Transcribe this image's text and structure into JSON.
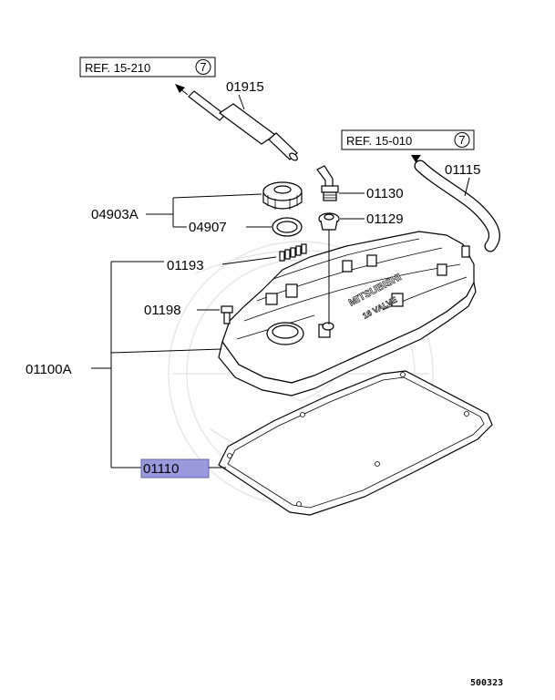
{
  "refs": {
    "ref1": {
      "text": "REF. 15-210",
      "circle": "7"
    },
    "ref2": {
      "text": "REF. 15-010",
      "circle": "7"
    }
  },
  "parts": {
    "p01915": "01915",
    "p01115": "01115",
    "p01130": "01130",
    "p01129": "01129",
    "p04903A": "04903A",
    "p04907": "04907",
    "p01193": "01193",
    "p01198": "01198",
    "p01100A": "01100A",
    "p01110": "01110"
  },
  "cover_text": {
    "brand": "MITSUBISHI",
    "model": "16 VALVE"
  },
  "highlight_color": "#9999dd",
  "diagram_code": "500323"
}
